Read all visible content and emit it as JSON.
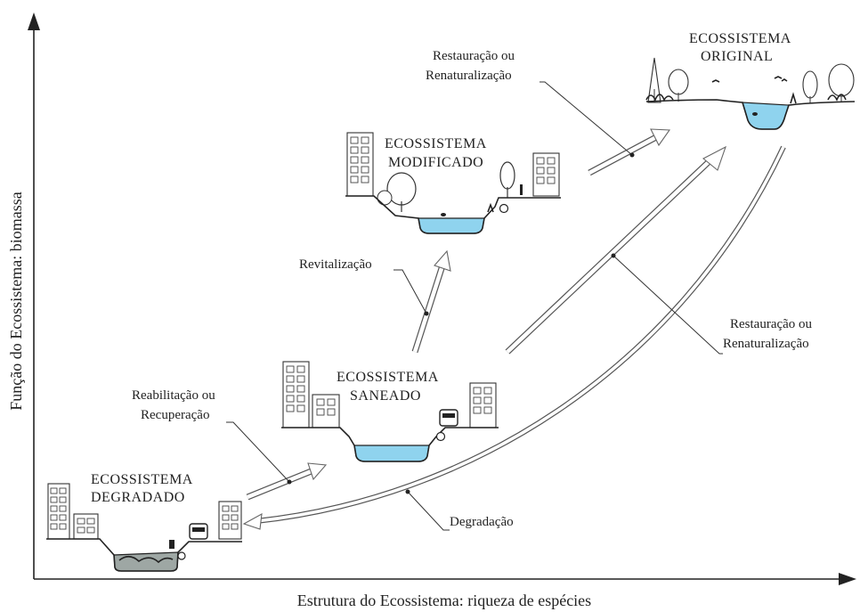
{
  "axes": {
    "y_label": "Função do Ecossistema: biomassa",
    "x_label": "Estrutura do Ecossistema: riqueza de espécies"
  },
  "stages": {
    "degraded": {
      "line1": "ECOSSISTEMA",
      "line2": "DEGRADADO"
    },
    "sanitized": {
      "line1": "ECOSSISTEMA",
      "line2": "SANEADO"
    },
    "modified": {
      "line1": "ECOSSISTEMA",
      "line2": "MODIFICADO"
    },
    "original": {
      "line1": "ECOSSISTEMA",
      "line2": "ORIGINAL"
    }
  },
  "transitions": {
    "rehabilitation": {
      "line1": "Reabilitação ou",
      "line2": "Recuperação"
    },
    "revitalization": {
      "line1": "Revitalização"
    },
    "restoration_top": {
      "line1": "Restauração ou",
      "line2": "Renaturalização"
    },
    "restoration_mid": {
      "line1": "Restauração ou",
      "line2": "Renaturalização"
    },
    "degradation": {
      "line1": "Degradação"
    }
  },
  "colors": {
    "clean_water": "#8fd3ee",
    "polluted_water": "#9ea7a4"
  }
}
